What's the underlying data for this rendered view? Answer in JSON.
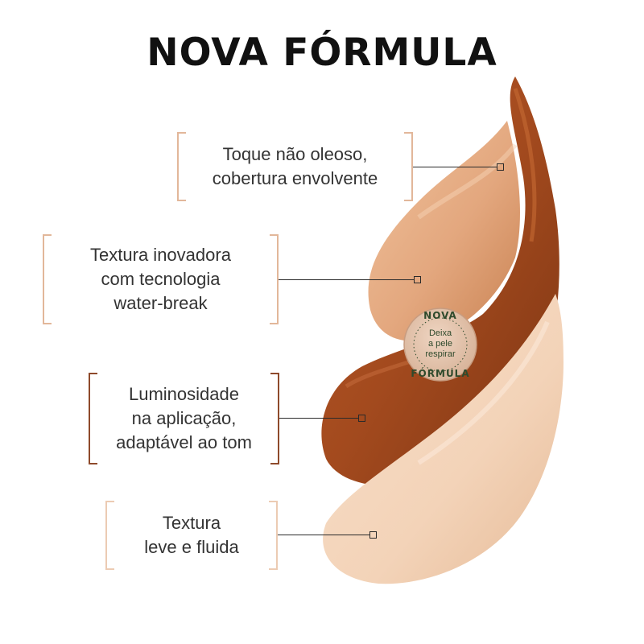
{
  "title": "NOVA FÓRMULA",
  "features": [
    {
      "lines": [
        "Toque não oleoso,",
        "cobertura envolvente"
      ],
      "bracket_color": "#e2b79a"
    },
    {
      "lines": [
        "Textura inovadora",
        "com tecnologia",
        "water-break"
      ],
      "bracket_color": "#e2b79a"
    },
    {
      "lines": [
        "Luminosidade",
        "na aplicação,",
        "adaptável ao tom"
      ],
      "bracket_color": "#8e4a2b"
    },
    {
      "lines": [
        "Textura",
        "leve e fluida"
      ],
      "bracket_color": "#eccbb3"
    }
  ],
  "badge": {
    "top_text": "NOVA",
    "bottom_text": "FÓRMULA",
    "center_lines": [
      "Deixa",
      "a pele",
      "respirar"
    ]
  },
  "colors": {
    "swatch_tan": "#e3a77e",
    "swatch_brown": "#a34a1e",
    "swatch_light": "#f3d3b8",
    "badge_text": "#2f4a2c"
  }
}
